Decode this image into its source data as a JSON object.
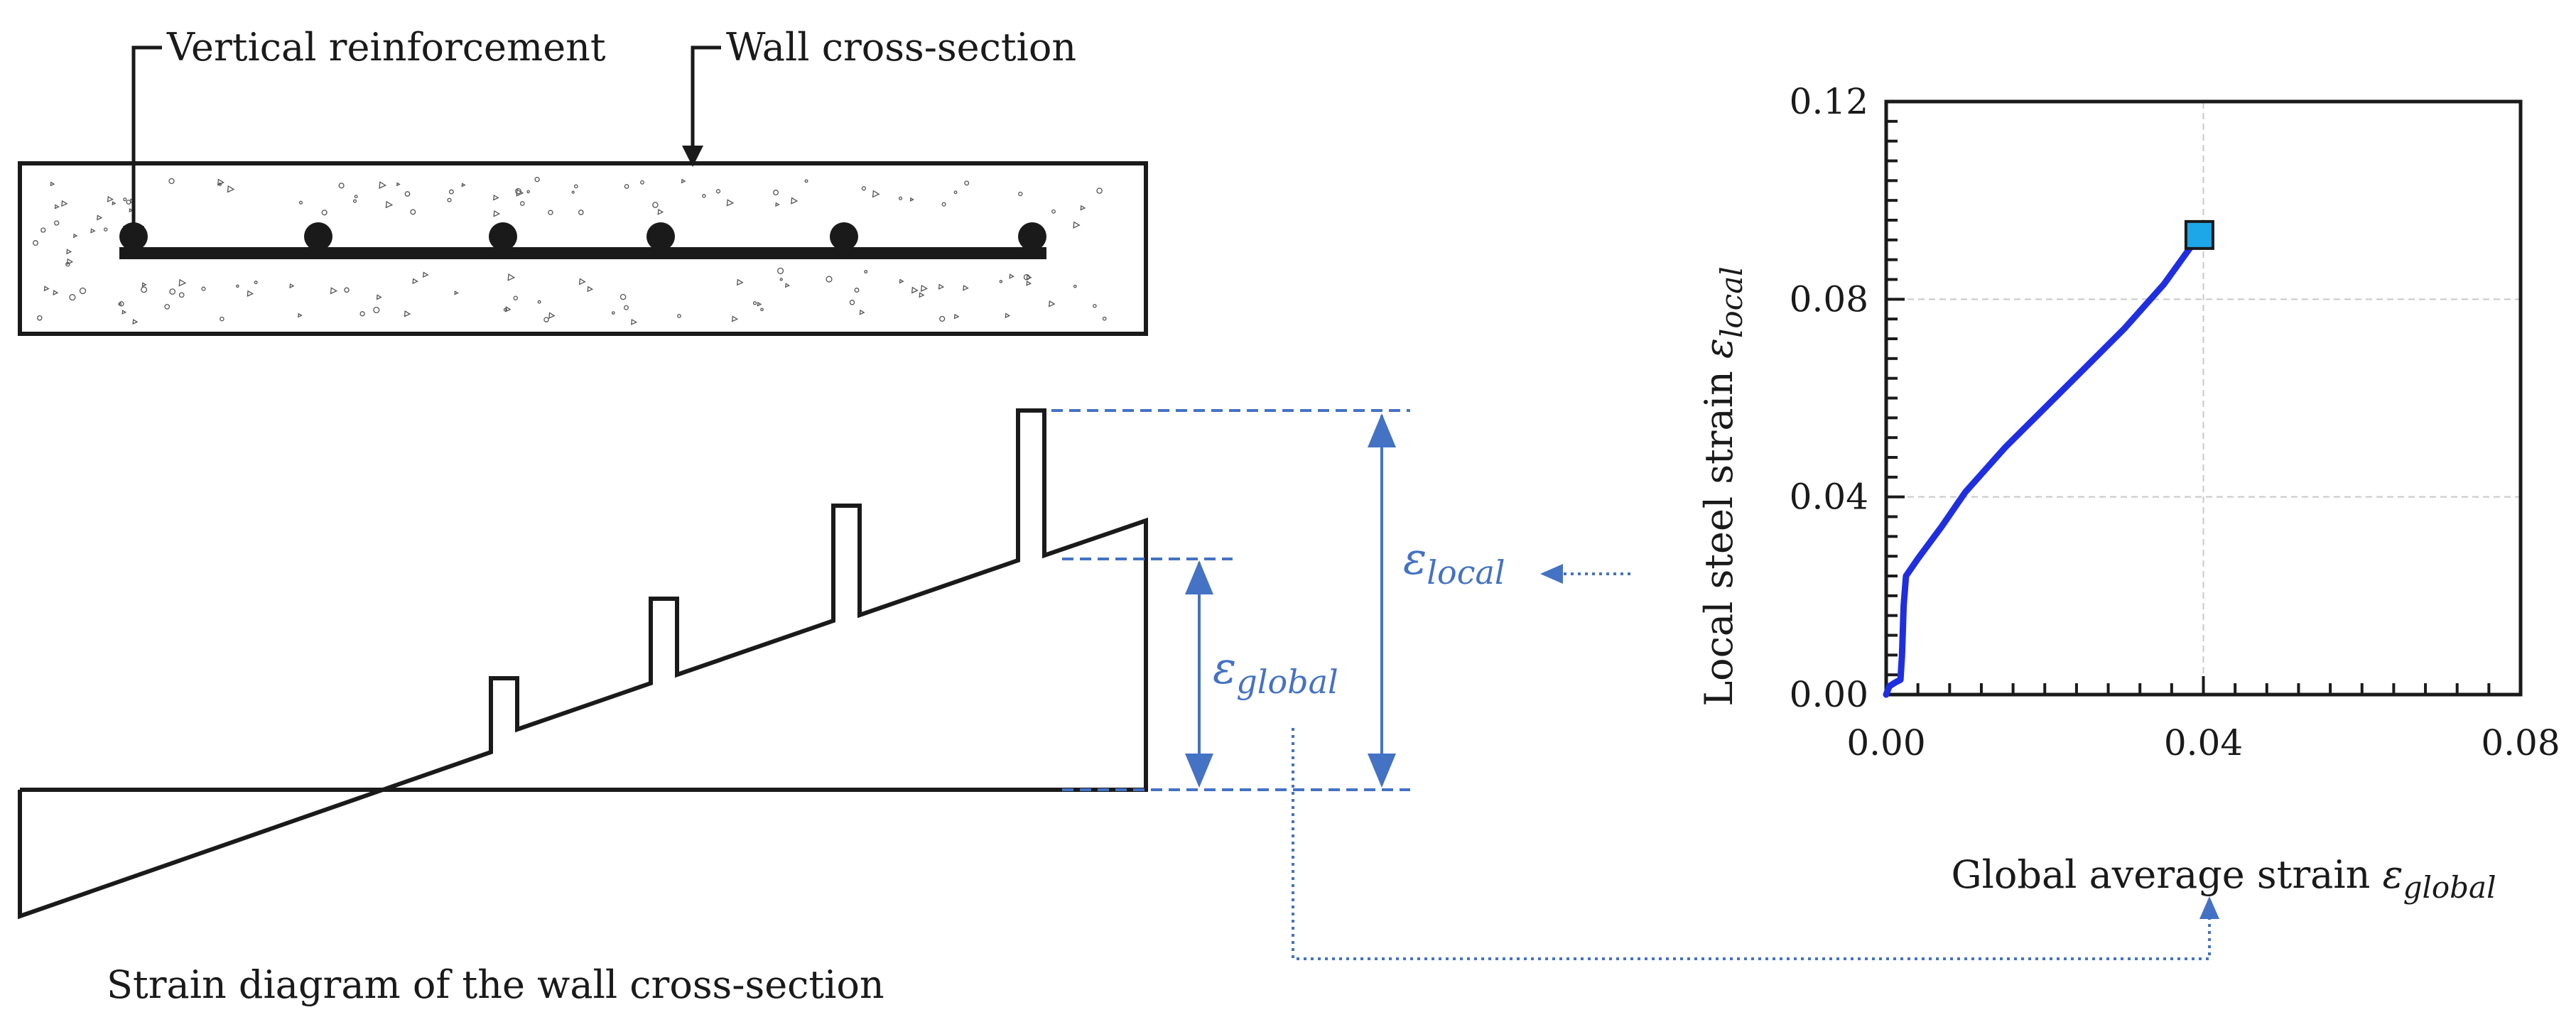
{
  "labels": {
    "vertical_reinforcement": "Vertical reinforcement",
    "wall_cross_section": "Wall cross-section",
    "strain_diagram_caption": "Strain diagram of the wall cross-section",
    "epsilon": "ε",
    "local_sub": "local",
    "global_sub": "global"
  },
  "colors": {
    "accent": "#4472c4",
    "curve": "#1f2fe0",
    "marker_fill": "#1ea7e8",
    "ink": "#1a1a1a",
    "grid": "#c8c8c8"
  },
  "chart_data": {
    "type": "line",
    "xlabel": "Global average strain",
    "ylabel": "Local steel strain",
    "xlabel_symbol_sub": "global",
    "ylabel_symbol_sub": "local",
    "x_ticks": [
      "0.00",
      "0.04",
      "0.08"
    ],
    "y_ticks": [
      "0.00",
      "0.04",
      "0.08",
      "0.12"
    ],
    "xlim": [
      0,
      0.08
    ],
    "ylim": [
      0,
      0.12
    ],
    "grid": true,
    "series": [
      {
        "x": [
          0.0,
          0.0004,
          0.0012,
          0.0018,
          0.002,
          0.0022,
          0.0025,
          0.004,
          0.007,
          0.01,
          0.015,
          0.02,
          0.025,
          0.03,
          0.035,
          0.0395
        ],
        "y": [
          0.0,
          0.0017,
          0.0025,
          0.003,
          0.008,
          0.018,
          0.024,
          0.0275,
          0.034,
          0.041,
          0.05,
          0.058,
          0.066,
          0.074,
          0.083,
          0.093
        ],
        "end_marker": "square"
      }
    ]
  }
}
